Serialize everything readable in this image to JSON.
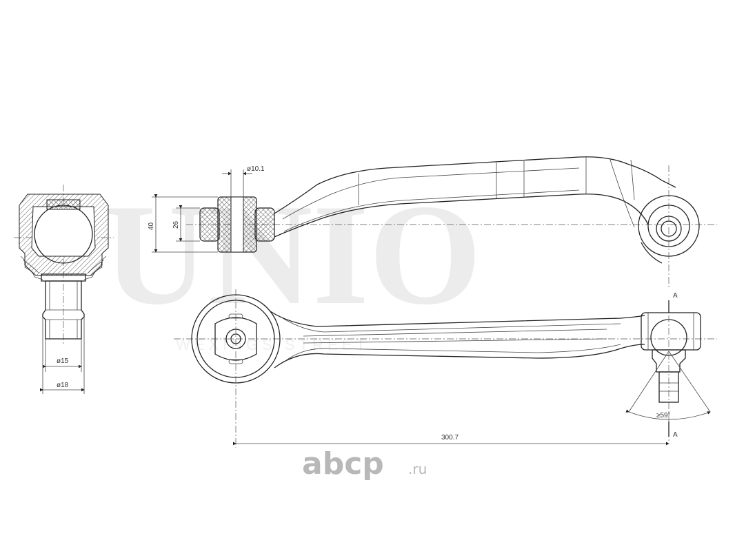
{
  "watermark": {
    "brand": "UNIO",
    "tagline": "WEXINGS STREET"
  },
  "logo": {
    "name": "abcp",
    "suffix": ".ru"
  },
  "dimensions": {
    "ball_stud_d15": "ø15",
    "ball_stud_d18": "ø18",
    "bushing_bore": "ø10.1",
    "bushing_height_40": "40",
    "bushing_inner_26": "26",
    "overall_length": "300.7",
    "stud_angle": "≥59°",
    "section_top": "A",
    "section_bottom": "A"
  }
}
